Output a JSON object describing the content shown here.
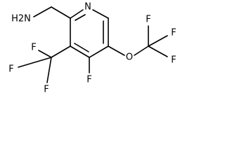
{
  "molecule": {
    "atoms": [
      {
        "id": "N1",
        "label": "N"
      },
      {
        "id": "N_amine",
        "label": "H2N"
      },
      {
        "id": "F_top_left",
        "label": "F"
      },
      {
        "id": "F_left",
        "label": "F"
      },
      {
        "id": "F_bottom_left",
        "label": "F"
      },
      {
        "id": "F_ring",
        "label": "F"
      },
      {
        "id": "O_ether",
        "label": "O"
      },
      {
        "id": "F_ocf3_top",
        "label": "F"
      },
      {
        "id": "F_ocf3_right_top",
        "label": "F"
      },
      {
        "id": "F_ocf3_right_bottom",
        "label": "F"
      }
    ]
  }
}
